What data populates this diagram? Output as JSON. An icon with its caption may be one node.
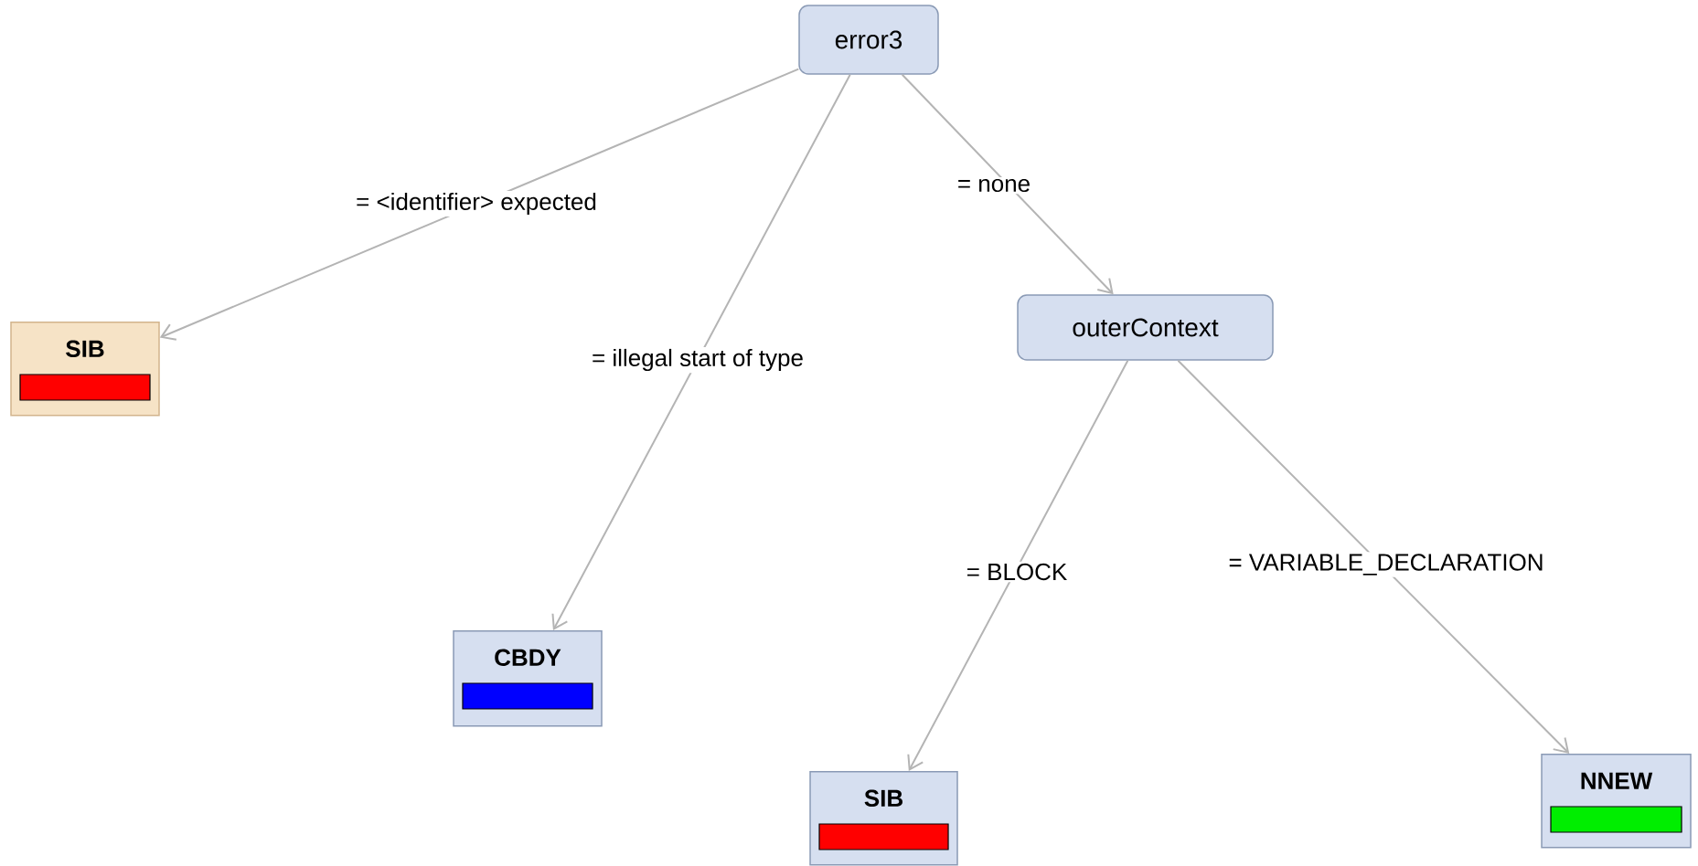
{
  "diagram": {
    "nodes": [
      {
        "text": [
          "error3"
        ]
      },
      {
        "text": [
          "SIB"
        ]
      },
      {
        "text": [],
        "shape": "bar",
        "in": 1
      },
      {
        "text": [
          "CBDY"
        ]
      },
      {
        "text": [],
        "shape": "bar",
        "in": 3
      },
      {
        "text": [
          "outerContext"
        ]
      },
      {
        "text": [
          "SIB"
        ]
      },
      {
        "text": [],
        "shape": "bar",
        "in": 6
      },
      {
        "text": [
          "NNEW"
        ]
      },
      {
        "text": [],
        "shape": "bar",
        "in": 8
      }
    ],
    "edges": [
      {
        "from": 0,
        "to": 1,
        "arrow": "to",
        "label": "= <identifier> expected"
      },
      {
        "from": 0,
        "to": 3,
        "arrow": "to",
        "label": "= illegal start of type"
      },
      {
        "from": 0,
        "to": 5,
        "arrow": "to",
        "label": "= none"
      },
      {
        "from": 5,
        "to": 6,
        "arrow": "to",
        "label": "= BLOCK"
      },
      {
        "from": 5,
        "to": 8,
        "arrow": "to",
        "label": "= VARIABLE_DECLARATION"
      }
    ]
  }
}
